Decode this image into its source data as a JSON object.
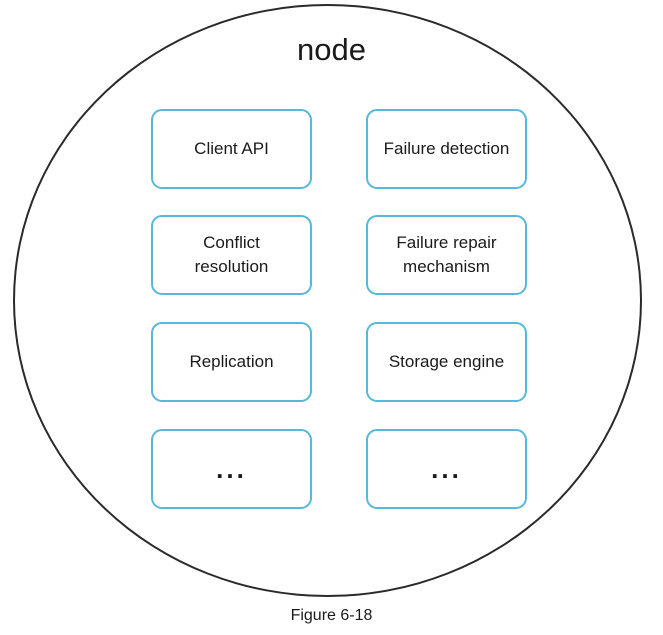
{
  "node": {
    "title": "node"
  },
  "components": {
    "left": [
      "Client API",
      "Conflict\nresolution",
      "Replication",
      "..."
    ],
    "right": [
      "Failure detection",
      "Failure repair\nmechanism",
      "Storage engine",
      "..."
    ]
  },
  "caption": "Figure 6-18",
  "colors": {
    "circle_border": "#2a2a2a",
    "box_border": "#58b8d8",
    "text": "#1a1a1a"
  }
}
